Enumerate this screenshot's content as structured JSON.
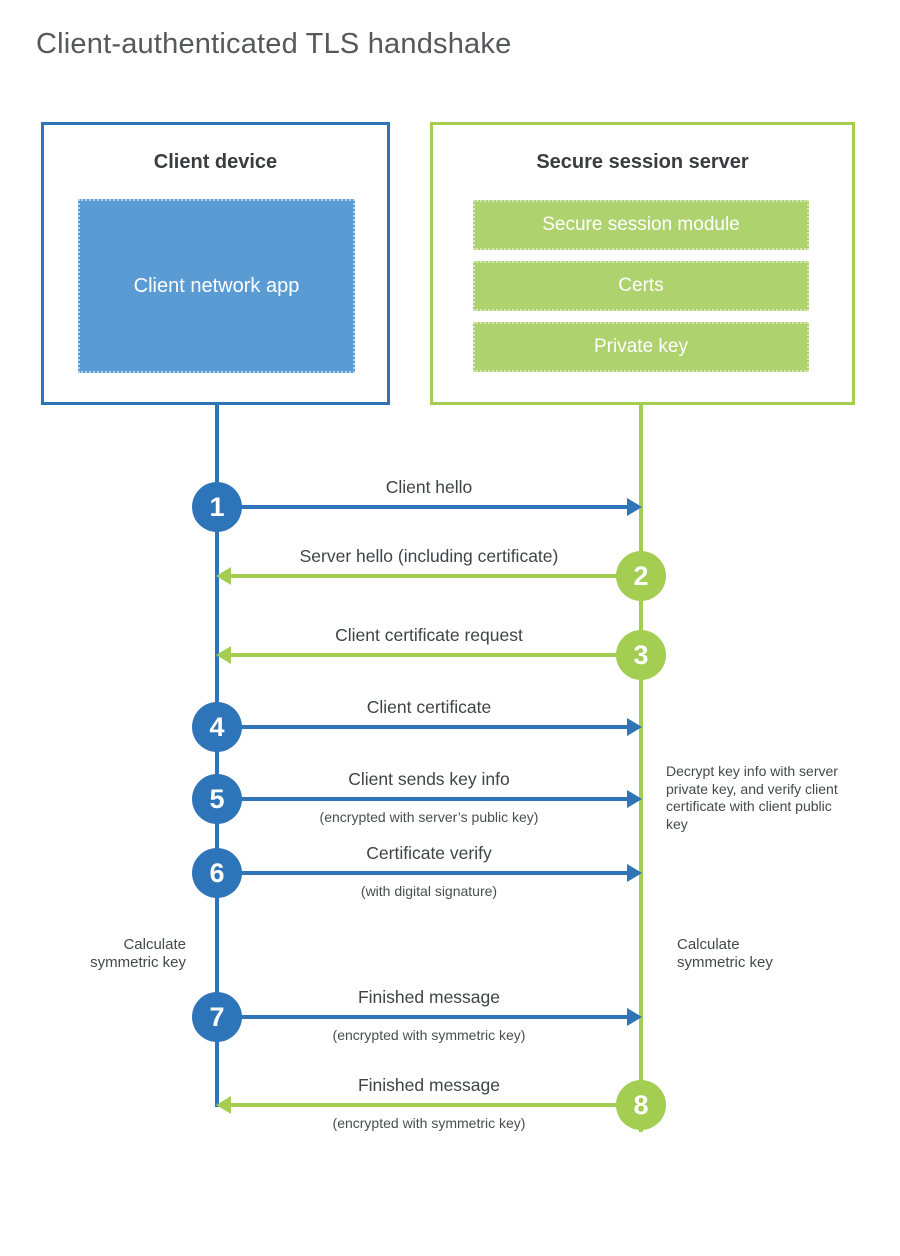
{
  "title": "Client-authenticated TLS handshake",
  "colors": {
    "blue": "#2e74b8",
    "blue_fill": "#5b9bd3",
    "green": "#a4ce51",
    "green_fill": "#aed36e"
  },
  "client": {
    "title": "Client device",
    "app_label": "Client network app"
  },
  "server": {
    "title": "Secure session server",
    "modules": [
      "Secure session module",
      "Certs",
      "Private key"
    ]
  },
  "steps": [
    {
      "num": "1",
      "label": "Client hello",
      "direction": "client-to-server"
    },
    {
      "num": "2",
      "label": "Server hello (including certificate)",
      "direction": "server-to-client"
    },
    {
      "num": "3",
      "label": "Client certificate request",
      "direction": "server-to-client"
    },
    {
      "num": "4",
      "label": "Client certificate",
      "direction": "client-to-server"
    },
    {
      "num": "5",
      "label": "Client sends key info",
      "sublabel": "(encrypted with server’s public key)",
      "direction": "client-to-server"
    },
    {
      "num": "6",
      "label": "Certificate verify",
      "sublabel": "(with digital signature)",
      "direction": "client-to-server"
    },
    {
      "num": "7",
      "label": "Finished message",
      "sublabel": "(encrypted with symmetric key)",
      "direction": "client-to-server"
    },
    {
      "num": "8",
      "label": "Finished message",
      "sublabel": "(encrypted with symmetric key)",
      "direction": "server-to-client"
    }
  ],
  "side_notes": {
    "decrypt_note": "Decrypt key info with server private key, and verify client certificate with client public key",
    "calc_left": "Calculate symmetric key",
    "calc_right": "Calculate symmetric key"
  }
}
